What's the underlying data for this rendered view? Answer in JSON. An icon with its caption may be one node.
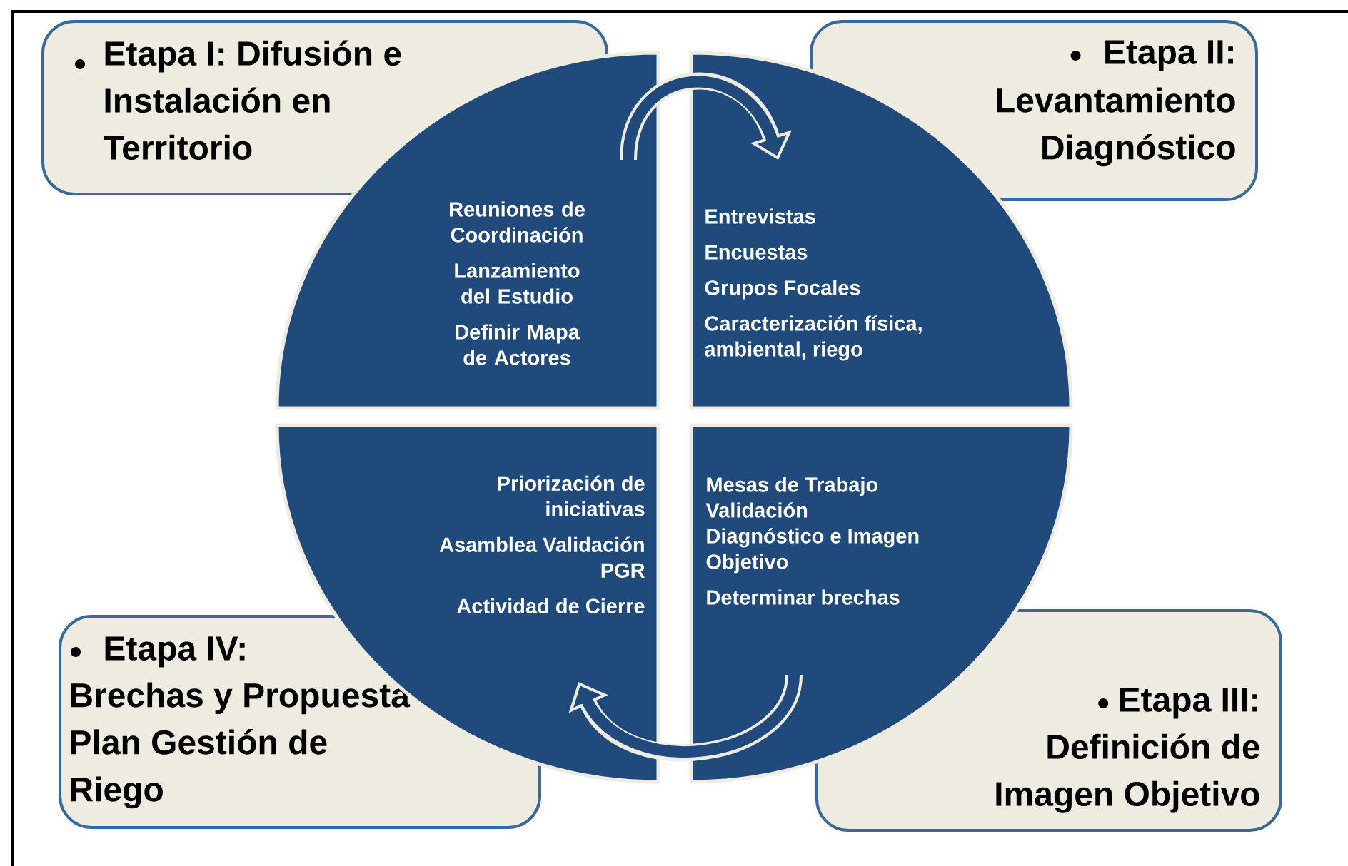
{
  "diagram": {
    "nodes": [
      {
        "text": [
          "Etapa I: Difusión e Instalación en Territorio"
        ]
      },
      {
        "text": [
          "Etapa II:",
          "Levantamiento Diagnóstico"
        ]
      },
      {
        "text": [
          "Reuniones de Coordinación",
          "Lanzamiento del Estudio",
          "Definir Mapa de Actores"
        ]
      },
      {
        "text": [
          "Entrevistas",
          "Encuestas",
          "Grupos Focales",
          "Caracterización física, ambiental, riego"
        ]
      },
      {
        "text": [
          "Priorización de iniciativas",
          "Asamblea Validación PGR",
          "Actividad de Cierre"
        ]
      },
      {
        "text": [
          "Mesas de Trabajo Validación Diagnóstico e Imagen Objetivo",
          "Determinar brechas"
        ]
      },
      {
        "text": [
          "Etapa IV:",
          "Brechas y Propuesta Plan Gestión de Riego"
        ]
      },
      {
        "text": [
          "Etapa III:",
          "Definición de Imagen Objetivo"
        ]
      }
    ],
    "edges": [
      {
        "from": 2,
        "to": 3,
        "arrow": "to"
      },
      {
        "from": 5,
        "to": 4,
        "arrow": "to"
      }
    ]
  }
}
